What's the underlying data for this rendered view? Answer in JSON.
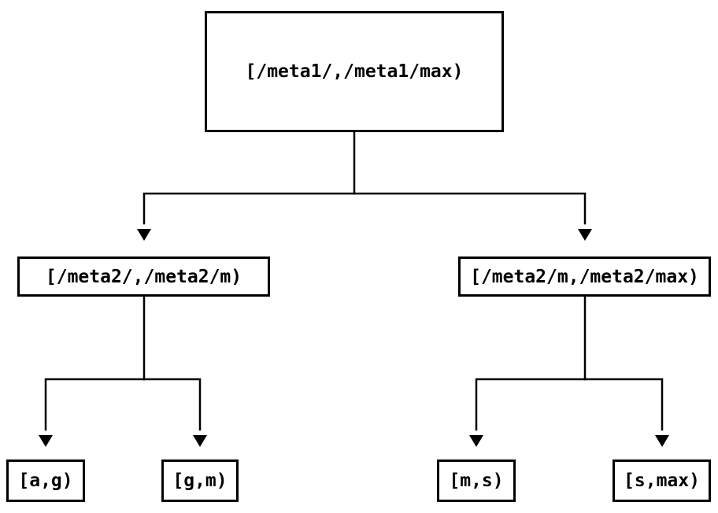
{
  "diagram": {
    "type": "tree",
    "description": "Binary interval-partition tree with elbow arrow connectors",
    "colors": {
      "background": "#ffffff",
      "line": "#000000",
      "node_border": "#000000",
      "node_fill": "#ffffff",
      "text": "#000000"
    },
    "nodes": {
      "root": {
        "label": "[/meta1/,/meta1/max)"
      },
      "left": {
        "label": "[/meta2/,/meta2/m)"
      },
      "right": {
        "label": "[/meta2/m,/meta2/max)"
      },
      "leaf_ag": {
        "label": "[a,g)"
      },
      "leaf_gm": {
        "label": "[g,m)"
      },
      "leaf_ms": {
        "label": "[m,s)"
      },
      "leaf_smax": {
        "label": "[s,max)"
      }
    },
    "edges": [
      {
        "from": "root",
        "to": "left"
      },
      {
        "from": "root",
        "to": "right"
      },
      {
        "from": "left",
        "to": "leaf_ag"
      },
      {
        "from": "left",
        "to": "leaf_gm"
      },
      {
        "from": "right",
        "to": "leaf_ms"
      },
      {
        "from": "right",
        "to": "leaf_smax"
      }
    ]
  }
}
